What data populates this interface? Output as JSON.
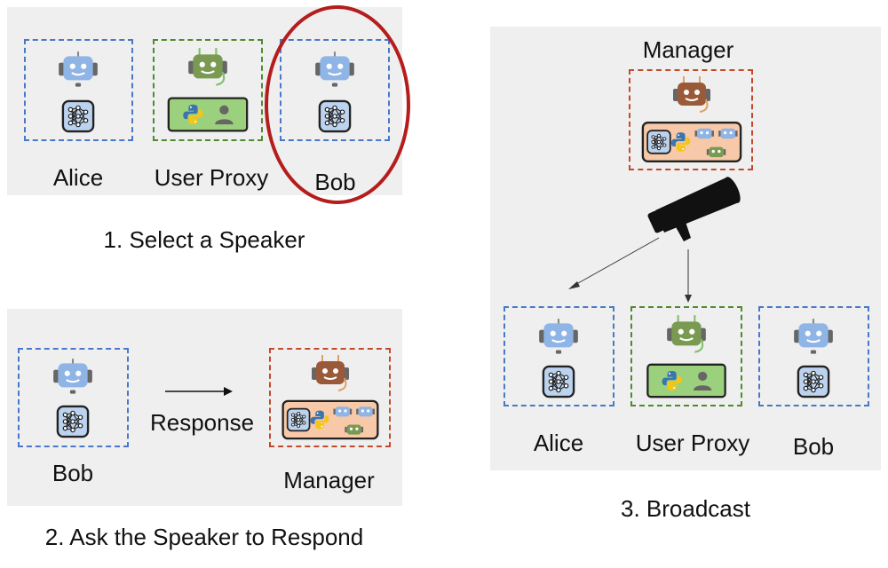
{
  "panel1": {
    "caption": "1. Select a Speaker",
    "agents": [
      "Alice",
      "User Proxy",
      "Bob"
    ]
  },
  "panel2": {
    "caption": "2. Ask the Speaker to Respond",
    "speaker": "Bob",
    "arrow_label": "Response",
    "receiver": "Manager"
  },
  "panel3": {
    "caption": "3. Broadcast",
    "manager": "Manager",
    "agents": [
      "Alice",
      "User Proxy",
      "Bob"
    ]
  },
  "colors": {
    "assistant_border": "#4a78c8",
    "user_proxy_border": "#4f8a2e",
    "manager_border": "#c24a2a",
    "selection_circle": "#b51d1d"
  },
  "icons": [
    "robot-icon",
    "neural-network-icon",
    "python-icon",
    "person-icon",
    "megaphone-icon"
  ]
}
